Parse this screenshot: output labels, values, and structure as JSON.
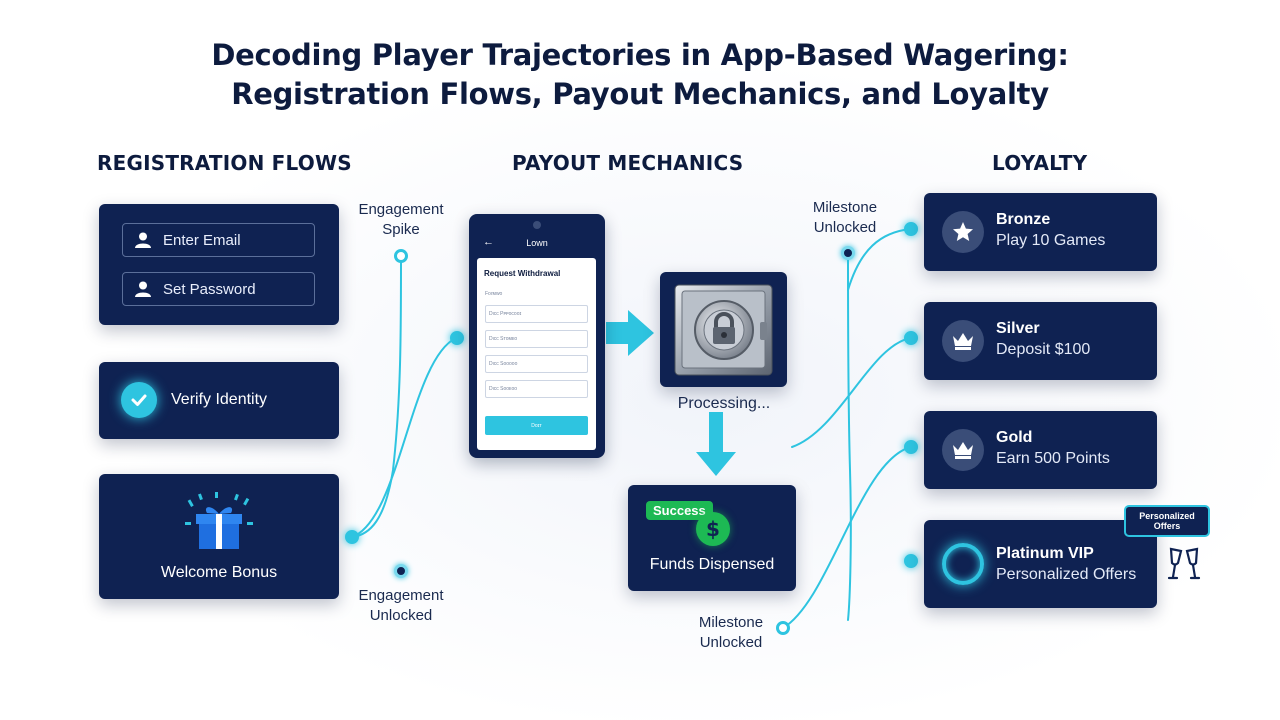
{
  "title": {
    "line1": "Decoding Player Trajectories in App-Based Wagering:",
    "line2": "Registration Flows, Payout Mechanics, and Loyalty"
  },
  "sections": {
    "registration": "REGISTRATION FLOWS",
    "payout": "PAYOUT MECHANICS",
    "loyalty": "LOYALTY"
  },
  "registration": {
    "email_label": "Enter Email",
    "password_label": "Set Password",
    "verify_label": "Verify Identity",
    "bonus_label": "Welcome Bonus"
  },
  "annotations": {
    "engagement_spike": "Engagement Spike",
    "engagement_unlocked": "Engagement Unlocked",
    "milestone_top": "Milestone Unlocked",
    "milestone_bottom": "Milestone Unlocked"
  },
  "phone": {
    "back_glyph": "←",
    "header": "Lᴏwn",
    "form_title": "Request Withdrawal",
    "small_label": "Fᴏɾᴍwᴏ",
    "fields": [
      "Dιcc Pᴘᴘᴏᴄᴏᴏɪ",
      "Dιcc Sᴛᴏᴍᴇᴏ",
      "Dιcc Sᴏᴏᴏᴏᴏ",
      "Dιcc Sᴏᴏᴇᴏᴏ"
    ],
    "button": "Dᴏɪᴛ"
  },
  "payout": {
    "processing": "Processing...",
    "success_badge": "Success",
    "funds_label": "Funds Dispensed"
  },
  "loyalty_tiers": [
    {
      "tier": "Bronze",
      "requirement": "Play 10 Games",
      "icon": "star-icon"
    },
    {
      "tier": "Silver",
      "requirement": "Deposit $100",
      "icon": "crown-icon"
    },
    {
      "tier": "Gold",
      "requirement": "Earn 500 Points",
      "icon": "crown-icon"
    },
    {
      "tier": "Platinum VIP",
      "requirement": "Personalized Offers",
      "icon": "ring-icon"
    }
  ],
  "personalized_badge": "Personalized Offers",
  "colors": {
    "navy": "#0f2252",
    "cyan": "#2ec4e0",
    "success_green": "#1db954",
    "dark_text": "#0d1b3e"
  }
}
